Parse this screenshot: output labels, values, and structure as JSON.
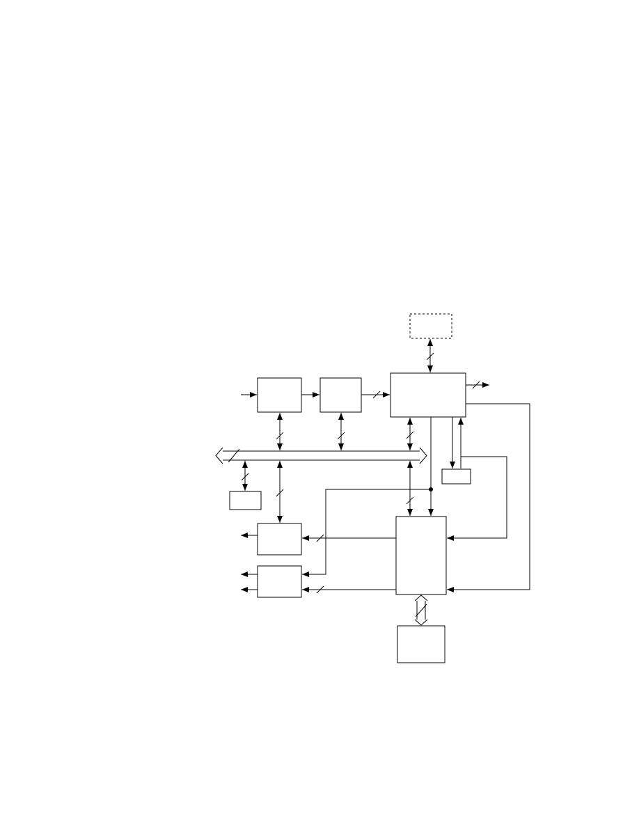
{
  "diagram": {
    "line_color": "#000000",
    "background_color": "#ffffff",
    "icons": {
      "arrowhead": "filled-triangle-arrowhead",
      "bus_width_mark": "slash-tick",
      "junction": "filled-dot"
    }
  }
}
